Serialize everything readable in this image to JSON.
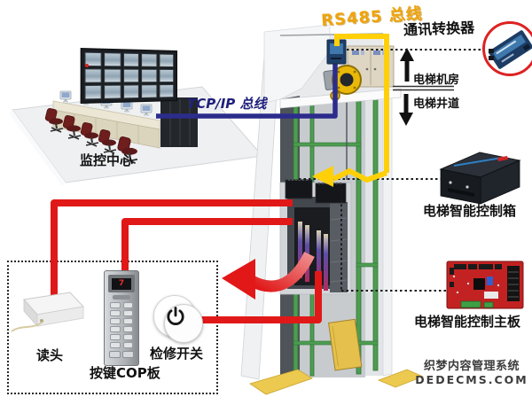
{
  "labels": {
    "rs485_bus": "RS485 总线",
    "converter": "通讯转换器",
    "machine_room": "电梯机房",
    "hoistway": "电梯井道",
    "tcpip_bus": "TCP/IP 总线",
    "monitoring_center": "监控中心",
    "control_box": "电梯智能控制箱",
    "main_board": "电梯智能控制主板",
    "reader": "读头",
    "cop_board": "按键COP板",
    "inspection_switch": "检修开关"
  },
  "cop_panel": {
    "display_value": "7"
  },
  "watermark": {
    "line1": "织梦内容管理系统",
    "line2": "DEDECMS.COM"
  },
  "colors": {
    "rs485_wire": "#ffd008",
    "rs485_label": "#efa40d",
    "tcpip_wire": "#2c2c8c",
    "red_wire": "#e11818",
    "rail_green": "#4e9c52",
    "pcb_red": "#c32222",
    "counterweight_yellow": "#e5c04d",
    "converter_blue": "#1d3c63"
  }
}
